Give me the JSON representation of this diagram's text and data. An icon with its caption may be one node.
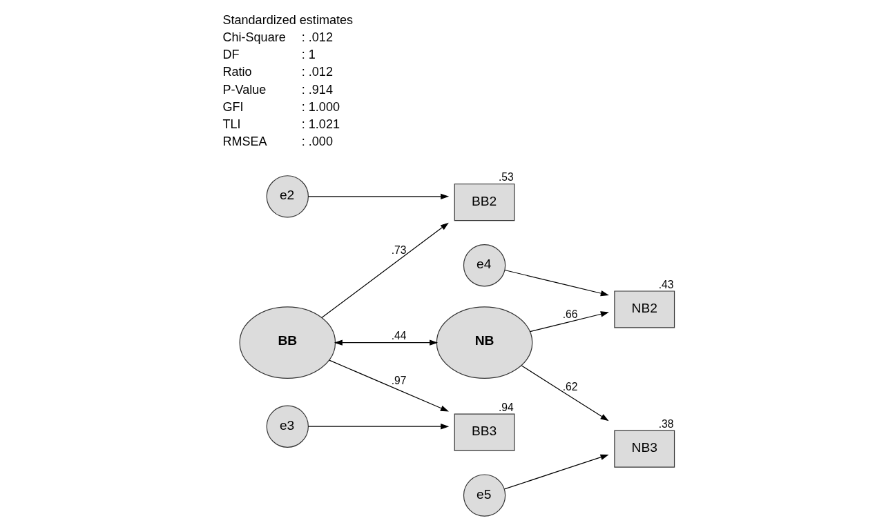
{
  "diagram": {
    "nodes": [
      {
        "text": [
          "e3"
        ]
      },
      {
        "text": [
          "BB3"
        ],
        "beside": [
          ".94"
        ]
      },
      {
        "text": [
          "e2"
        ]
      },
      {
        "text": [
          "BB2"
        ],
        "beside": [
          ".53"
        ]
      },
      {
        "text": [
          "BB"
        ]
      },
      {
        "text": [
          "NB"
        ]
      },
      {
        "text": [
          "NB2"
        ],
        "beside": [
          ".43"
        ]
      },
      {
        "text": [
          "e4"
        ]
      },
      {
        "text": [
          "NB3"
        ],
        "beside": [
          ".38"
        ]
      },
      {
        "text": [
          "e5"
        ]
      }
    ],
    "edges": [
      {
        "from": 0,
        "to": 1,
        "arrow": "to"
      },
      {
        "from": 2,
        "to": 3,
        "arrow": "to"
      },
      {
        "from": 4,
        "to": 1,
        "arrow": "to",
        "label": ".97"
      },
      {
        "from": 4,
        "to": 3,
        "arrow": "to",
        "label": ".73"
      },
      {
        "from": 4,
        "to": 5,
        "arrow": "both",
        "label": ".44"
      },
      {
        "from": 5,
        "to": 6,
        "arrow": "to",
        "label": ".66"
      },
      {
        "from": 5,
        "to": 8,
        "arrow": "to",
        "label": ".62"
      },
      {
        "from": 7,
        "to": 6,
        "arrow": "to"
      },
      {
        "from": 9,
        "to": 8,
        "arrow": "to"
      }
    ],
    "labels": [
      "Standardized estimates",
      "Chi-Square",
      ": .012",
      "DF",
      ": 1",
      "Ratio",
      ": .012",
      "P-Value",
      ": .914",
      "GFI",
      ": 1.000",
      "TLI",
      ": 1.021",
      "RMSEA",
      ": .000"
    ]
  }
}
